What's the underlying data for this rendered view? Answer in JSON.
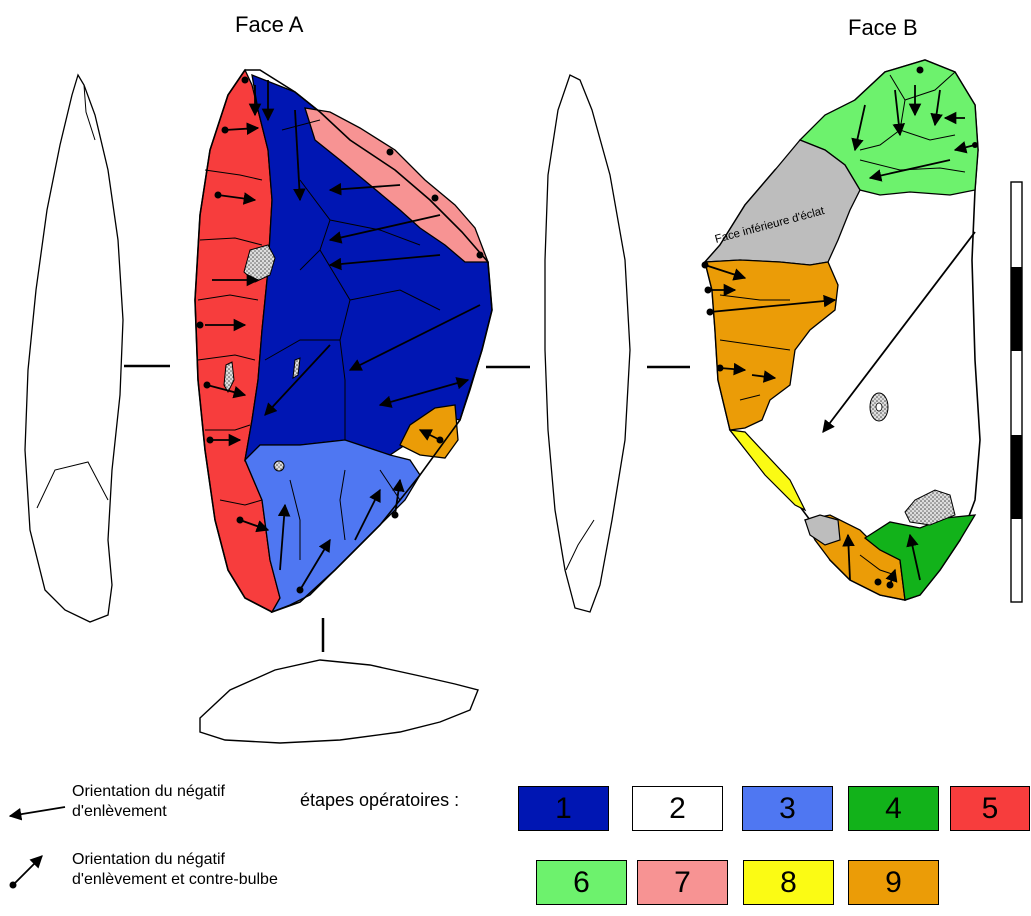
{
  "faces": {
    "a_title": "Face A",
    "b_title": "Face B"
  },
  "annotation": "Face inférieure d'éclat",
  "legend": {
    "arrow_label": "Orientation du négatif d'enlèvement",
    "arrow_bulb_label": "Orientation du négatif d'enlèvement et contre-bulbe",
    "steps_label": "étapes opératoires :",
    "steps": [
      {
        "label": "1",
        "color": "#0016b3"
      },
      {
        "label": "2",
        "color": "#ffffff"
      },
      {
        "label": "3",
        "color": "#4f77f2"
      },
      {
        "label": "4",
        "color": "#12b21a"
      },
      {
        "label": "5",
        "color": "#f73d3d"
      },
      {
        "label": "6",
        "color": "#6df26d"
      },
      {
        "label": "7",
        "color": "#f79393"
      },
      {
        "label": "8",
        "color": "#fbfb14"
      },
      {
        "label": "9",
        "color": "#eb9c07"
      }
    ]
  },
  "colors": {
    "cortex_gray": "#bdbdbd",
    "outline": "#000000"
  }
}
